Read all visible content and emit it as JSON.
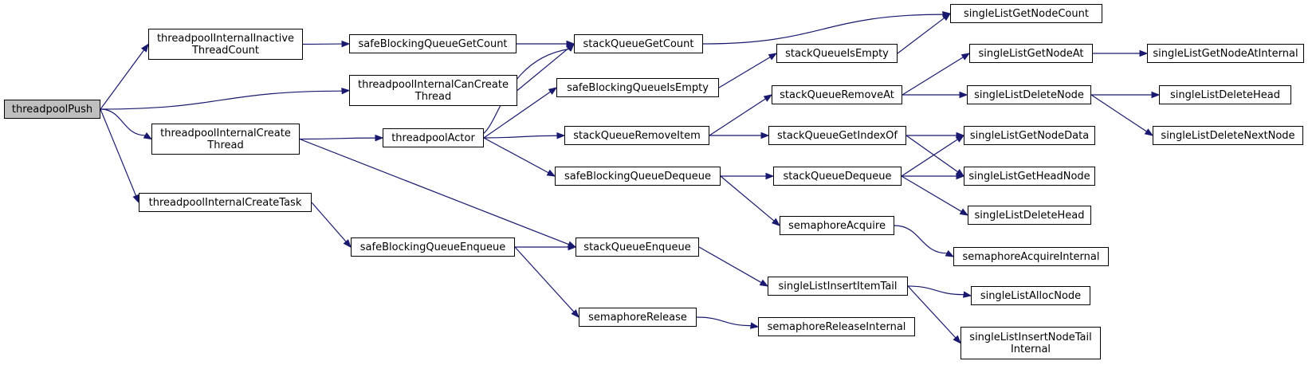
{
  "graph": {
    "colors": {
      "edge": "#191970",
      "node_border": "#000000",
      "root_fill": "#bfbfbf",
      "node_fill": "#ffffff"
    },
    "nodes": {
      "threadpoolPush": "threadpoolPush",
      "inactiveThreadCount": "threadpoolInternalInactive\nThreadCount",
      "canCreateThread": "threadpoolInternalCanCreate\nThread",
      "createThread": "threadpoolInternalCreate\nThread",
      "createTask": "threadpoolInternalCreateTask",
      "sbqGetCount": "safeBlockingQueueGetCount",
      "threadpoolActor": "threadpoolActor",
      "sbqEnqueue": "safeBlockingQueueEnqueue",
      "sqGetCount": "stackQueueGetCount",
      "sbqIsEmpty": "safeBlockingQueueIsEmpty",
      "sqRemoveItem": "stackQueueRemoveItem",
      "sbqDequeue": "safeBlockingQueueDequeue",
      "sqEnqueue": "stackQueueEnqueue",
      "semRelease": "semaphoreRelease",
      "sqIsEmpty": "stackQueueIsEmpty",
      "sqRemoveAt": "stackQueueRemoveAt",
      "sqGetIndexOf": "stackQueueGetIndexOf",
      "sqDequeue": "stackQueueDequeue",
      "semAcquire": "semaphoreAcquire",
      "slInsertItemTail": "singleListInsertItemTail",
      "semReleaseInternal": "semaphoreReleaseInternal",
      "slGetNodeCount": "singleListGetNodeCount",
      "slGetNodeAt": "singleListGetNodeAt",
      "slDeleteNode": "singleListDeleteNode",
      "slGetNodeData": "singleListGetNodeData",
      "slGetHeadNode": "singleListGetHeadNode",
      "slDeleteHead": "singleListDeleteHead",
      "semAcquireInternal": "semaphoreAcquireInternal",
      "slAllocNode": "singleListAllocNode",
      "slInsertNodeTailInternal": "singleListInsertNodeTail\nInternal",
      "slGetNodeAtInternal": "singleListGetNodeAtInternal",
      "slDeleteHeadR": "singleListDeleteHead",
      "slDeleteNextNode": "singleListDeleteNextNode"
    }
  }
}
